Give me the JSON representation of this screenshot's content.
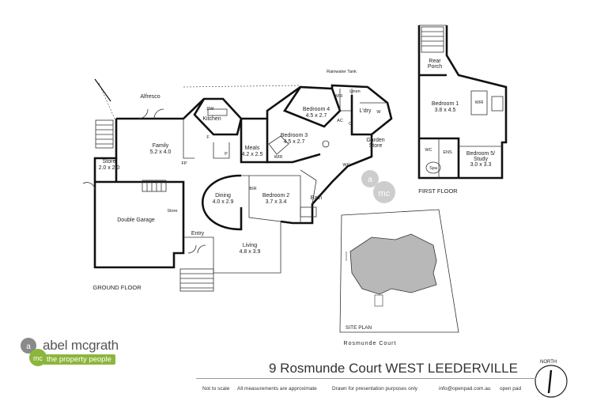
{
  "ground_floor": {
    "title": "GROUND FLOOR",
    "rooms": {
      "alfresco": "Alfresco",
      "kitchen": "Kitchen",
      "dw": "DW",
      "fridge": "F",
      "pantry": "P",
      "family_name": "Family",
      "family_dim": "5.2 x 4.0",
      "fp": "FP",
      "store_name": "Store",
      "store_dim": "2.0 x 2.0",
      "meals_name": "Meals",
      "meals_dim": "4.2 x 2.5",
      "bed4_name": "Bedroom 4",
      "bed4_dim": "4.5 x 2.7",
      "bed3_name": "Bedroom 3",
      "bed3_dim": "4.5 x 2.7",
      "wir1": "WIR",
      "wir2": "WIR",
      "linen": "Linen",
      "ldry": "L'dry",
      "ac": "AC",
      "c": "C",
      "w": "W",
      "rainwater": "Rainwater Tank",
      "garden_store_1": "Garden",
      "garden_store_2": "Store",
      "dining_name": "Dining",
      "dining_dim": "4.0 x 2.9",
      "bed2_name": "Bedroom 2",
      "bed2_dim": "3.7 x 3.4",
      "br": "BIR",
      "bath": "Bath",
      "wc": "WC",
      "double_garage": "Double Garage",
      "store_small": "Store",
      "entry": "Entry",
      "living_name": "Living",
      "living_dim": "4.8 x 3.9"
    }
  },
  "first_floor": {
    "title": "FIRST FLOOR",
    "rooms": {
      "rear_porch_1": "Rear",
      "rear_porch_2": "Porch",
      "bed1_name": "Bedroom 1",
      "bed1_dim": "3.8 x 4.5",
      "wir": "WIR",
      "wc": "WC",
      "ens": "ENS",
      "spa": "Spa",
      "bed5_name": "Bedroom 5/",
      "bed5_name2": "Study",
      "bed5_dim": "3.0 x 3.3"
    }
  },
  "site_plan": {
    "title": "SITE PLAN",
    "street": "Rosmunde Court"
  },
  "branding": {
    "brand_name": "abel mcgrath",
    "tagline": "the property people",
    "logo_letter_a": "a",
    "logo_letters_mc": "mc",
    "watermark_a": "a",
    "watermark_mc": "mc"
  },
  "address": "9 Rosmunde Court WEST LEEDERVILLE",
  "footer": {
    "not_to_scale": "Not to scale",
    "measurements": "All measurements are approximate",
    "drawn": "Drawn for presentation purposes only",
    "email": "info@openpad.com.au",
    "credit": "open pad"
  },
  "north_label": "NORTH",
  "colors": {
    "brand_green": "#8bb63c",
    "logo_grey": "#8a8a8a",
    "wall": "#111111",
    "site_fill": "#b8b8b8"
  }
}
